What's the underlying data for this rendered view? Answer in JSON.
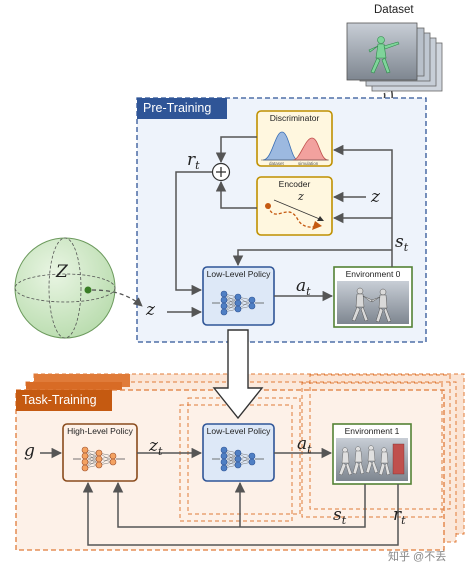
{
  "dataset_label": "Dataset",
  "pretraining_label": "Pre-Training",
  "tasktraining_label": "Task-Training",
  "discriminator_label": "Discriminator",
  "discriminator_sub1": "dataset",
  "discriminator_sub2": "simulation",
  "encoder_label": "Encoder",
  "encoder_z": "z",
  "low_level_policy_label": "Low-Level Policy",
  "high_level_policy_label": "High-Level Policy",
  "environment0_label": "Environment 0",
  "environment1_label": "Environment 1",
  "latent_space_label": "Z",
  "sym_r": "r",
  "sub_t": "t",
  "sym_z": "z",
  "sym_s": "s",
  "sym_a": "a",
  "sym_g": "g",
  "plus": "+",
  "watermark": "知乎 @不丢",
  "colors": {
    "pretrain_border": "#2f5597",
    "pretrain_bg": "#eef3fb",
    "task_border": "#e07b39",
    "task_bg": "#fdf1e8",
    "task_tag": "#c55a11",
    "policy_border": "#2f5597",
    "policy_bg": "#dde8f7",
    "highpolicy_border": "#8a4b1c",
    "highpolicy_bg": "#fdf1e8",
    "env_border": "#548235",
    "disc_border": "#bf9000",
    "disc_bg": "#fff7df",
    "sphere_fill": "#cfe8c4"
  }
}
